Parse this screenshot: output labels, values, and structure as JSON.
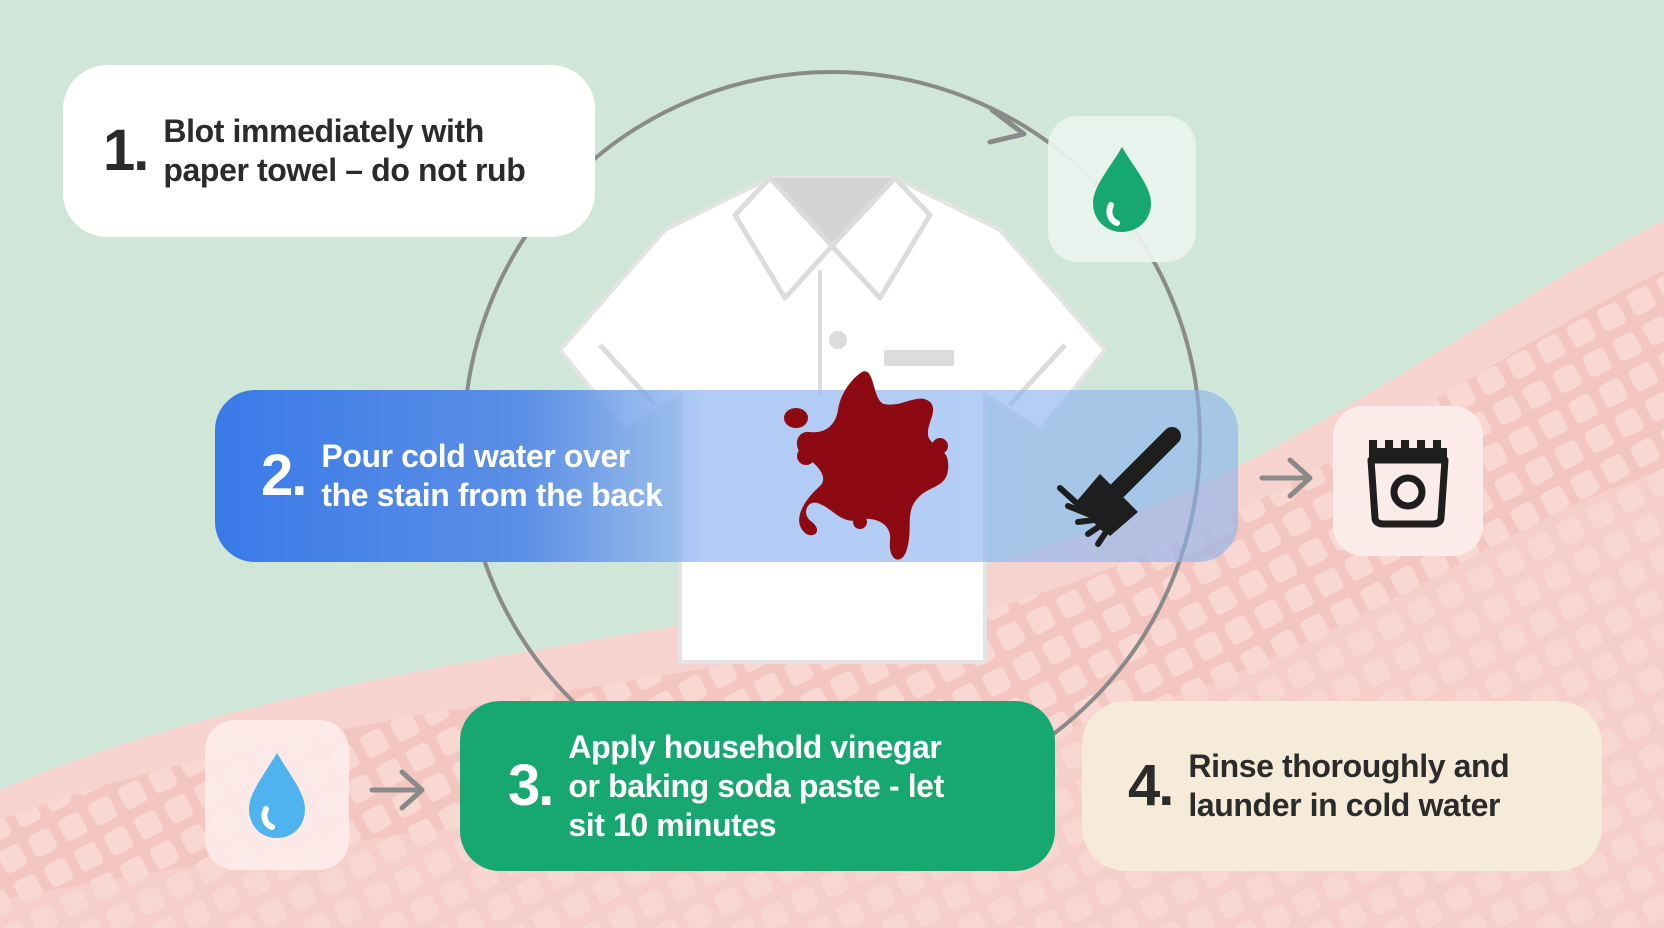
{
  "steps": [
    {
      "number": "1.",
      "text_line1": "Blot immediately with",
      "text_line2": "paper towel – do not rub",
      "text_line3": ""
    },
    {
      "number": "2.",
      "text_line1": "Pour cold water over",
      "text_line2": "the stain from the back",
      "text_line3": ""
    },
    {
      "number": "3.",
      "text_line1": "Apply household vinegar",
      "text_line2": "or baking soda paste - let",
      "text_line3": "sit 10 minutes"
    },
    {
      "number": "4.",
      "text_line1": "Rinse thoroughly and",
      "text_line2": "launder in cold water",
      "text_line3": ""
    }
  ],
  "icons": {
    "green_drop": "water-drop-icon",
    "brush": "brush-icon",
    "laundry": "washing-machine-icon",
    "blue_drop": "water-drop-icon",
    "shirt": "polo-shirt-icon",
    "stain": "stain-splatter-icon"
  },
  "colors": {
    "bg_green": "#cfe6d9",
    "bg_pink": "#f5c9c4",
    "step2_blue": "#3a7ae8",
    "step3_green": "#17a871",
    "step4_cream": "#f6ead8",
    "stain": "#8e0a12",
    "drop_green": "#17a871",
    "drop_blue": "#4fb3f0"
  }
}
